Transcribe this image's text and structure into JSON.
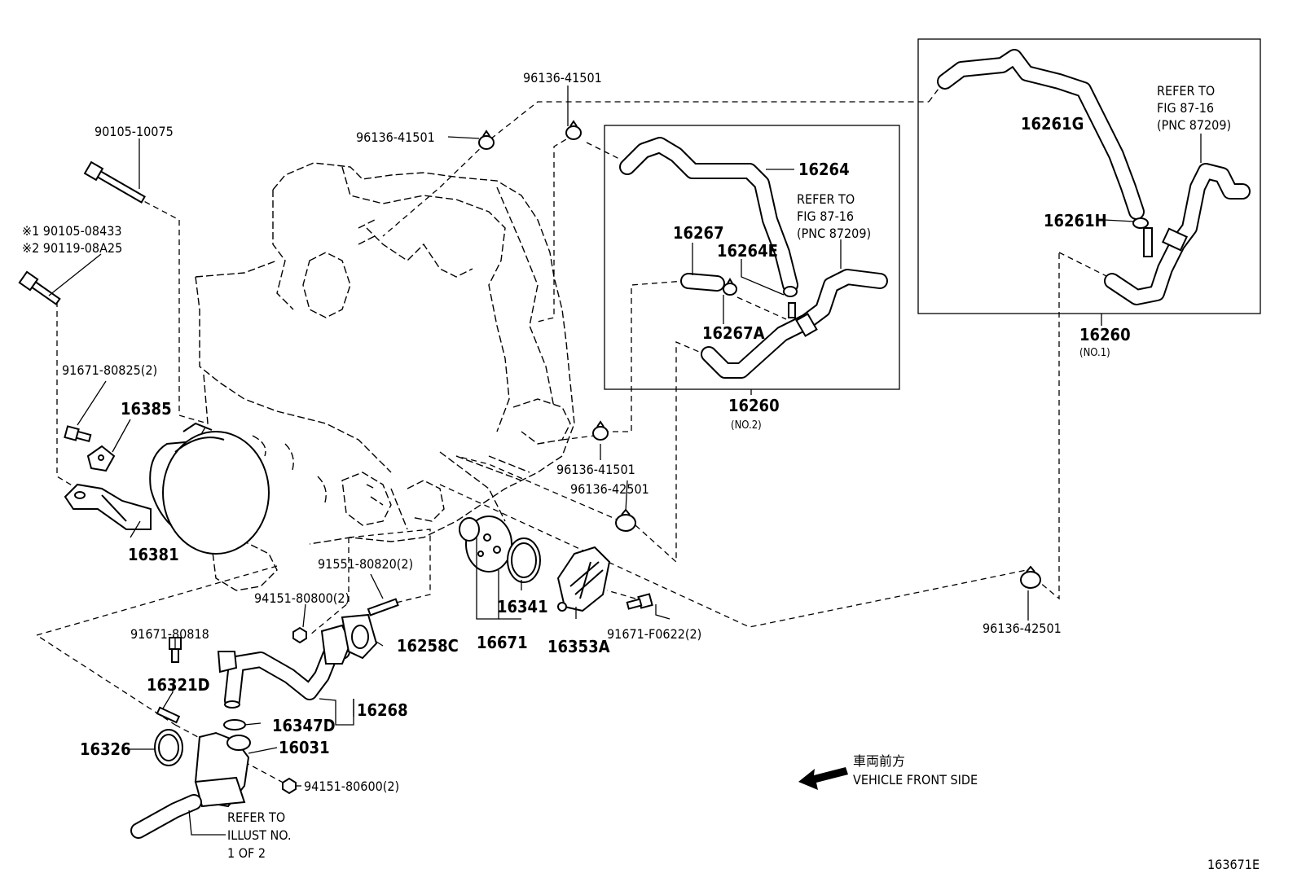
{
  "diagram": {
    "callouts": [
      {
        "id": "p96136-41501-top",
        "text": "96136-41501"
      },
      {
        "id": "p96136-41501-mid",
        "text": "96136-41501"
      },
      {
        "id": "p90105-10075",
        "text": "90105-10075"
      },
      {
        "id": "pX1",
        "text": "※1 90105-08433"
      },
      {
        "id": "pX2",
        "text": "※2 90119-08A25"
      },
      {
        "id": "p16264",
        "text": "16264"
      },
      {
        "id": "p16267",
        "text": "16267"
      },
      {
        "id": "p16264E",
        "text": "16264E"
      },
      {
        "id": "p16267A",
        "text": "16267A"
      },
      {
        "id": "p16261G",
        "text": "16261G"
      },
      {
        "id": "p16261H",
        "text": "16261H"
      },
      {
        "id": "p91671-80825",
        "text": "91671-80825(2)"
      },
      {
        "id": "p16385",
        "text": "16385"
      },
      {
        "id": "p16381",
        "text": "16381"
      },
      {
        "id": "p16260-no2",
        "text": "16260"
      },
      {
        "id": "p16260-no1",
        "text": "16260"
      },
      {
        "id": "p96136-41501-low",
        "text": "96136-41501"
      },
      {
        "id": "p96136-42501-mid",
        "text": "96136-42501"
      },
      {
        "id": "p96136-42501-right",
        "text": "96136-42501"
      },
      {
        "id": "p91551-80820",
        "text": "91551-80820(2)"
      },
      {
        "id": "p94151-80800",
        "text": "94151-80800(2)"
      },
      {
        "id": "p91671-80818",
        "text": "91671-80818"
      },
      {
        "id": "p16258C",
        "text": "16258C"
      },
      {
        "id": "p16341",
        "text": "16341"
      },
      {
        "id": "p16671",
        "text": "16671"
      },
      {
        "id": "p16353A",
        "text": "16353A"
      },
      {
        "id": "p91671-F0622",
        "text": "91671-F0622(2)"
      },
      {
        "id": "p16321D",
        "text": "16321D"
      },
      {
        "id": "p16268",
        "text": "16268"
      },
      {
        "id": "p16347D",
        "text": "16347D"
      },
      {
        "id": "p16326",
        "text": "16326"
      },
      {
        "id": "p16031",
        "text": "16031"
      },
      {
        "id": "p94151-80600",
        "text": "94151-80600(2)"
      }
    ],
    "sublabels": {
      "no2": "(NO.2)",
      "no1": "(NO.1)"
    },
    "refer_fig_box_no2": [
      "REFER TO",
      "FIG 87-16",
      "(PNC 87209)"
    ],
    "refer_fig_box_no1": [
      "REFER TO",
      "FIG 87-16",
      "(PNC 87209)"
    ],
    "refer_illust": [
      "REFER TO",
      "ILLUST NO.",
      "1 OF 2"
    ],
    "front_side": {
      "japanese": "車両前方",
      "english": "VEHICLE FRONT SIDE"
    },
    "figure_code": "163671E"
  }
}
